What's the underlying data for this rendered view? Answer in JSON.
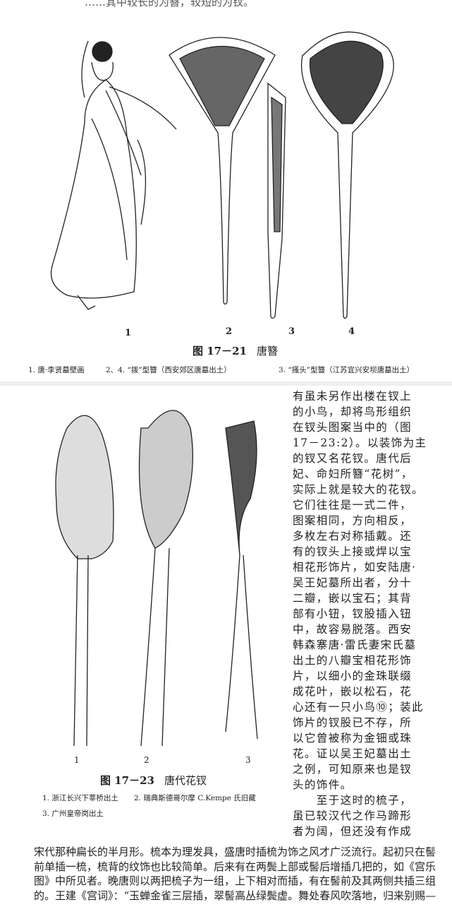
{
  "top_line": "……其中较长的为簪，较短的为钗。",
  "figure_17_21": {
    "numbers": [
      "1",
      "2",
      "3",
      "4"
    ],
    "title": "图 17－21",
    "title_name": "唐簪",
    "captions": [
      "1. 唐·李贤墓壁画",
      "2、4. “拨”型簪（西安郊区唐墓出土）",
      "3. “搔头”型簪（江苏宜兴安坝唐墓出土）"
    ]
  },
  "figure_17_23": {
    "numbers": [
      "1",
      "2",
      "3"
    ],
    "title": "图 17－23",
    "title_name": "唐代花钗",
    "captions": [
      "1. 浙江长兴下莘桥出土",
      "2. 瑞典斯德哥尔摩 C.Kempe 氏旧藏",
      "3. 广州皇帝岗出土"
    ]
  },
  "column_text": [
    "有虽未另作出楼在钗上",
    "的小鸟，却将鸟形组织",
    "在钗头图案当中的（图",
    "17－23:2）。以装饰为主",
    "的钗又名花钗。唐代后",
    "妃、命妇所簪“花树”，",
    "实际上就是较大的花钗。",
    "它们往往是一式二件，",
    "图案相同，方向相反，",
    "多枚左右对称插戴。还",
    "有的钗头上接或焊以宝",
    "相花形饰片，如安陆唐·",
    "吴王妃墓所出者，分十",
    "二瓣，嵌以宝石；其背",
    "部有小钮，钗股插入钮",
    "中，故容易脱落。西安",
    "韩森寨唐·雷氏妻宋氏墓",
    "出土的八瓣宝相花形饰",
    "片，以细小的金珠联缀",
    "成花叶，嵌以松石，花",
    "心还有一只小鸟⑩；装此",
    "饰片的钗股已不存，所",
    "以它曾被称为金钿或珠",
    "花。证以吴王妃墓出土",
    "之例，可知原来也是钗",
    "头的饰件。",
    "　　至于这时的梳子，",
    "虽已较汉代之作马蹄形",
    "者为阔，但还没有作成"
  ],
  "wide_text": [
    "宋代那种扁长的半月形。梳本为理发具，盛唐时插梳为饰之风才广泛流行。起初只在髻",
    "前单插一梳，梳背的纹饰也比较简单。后来有在两鬓上部或髻后增插几把的，如《宫乐",
    "图》中所见者。晚唐则以两把梳子为一组，上下相对而插，有在髻前及其两侧共插三组",
    "的。王建《宫词》：“玉蝉金雀三层插，翠髻高丛绿鬓虚。舞处春风吹落地，归来别赐—"
  ]
}
